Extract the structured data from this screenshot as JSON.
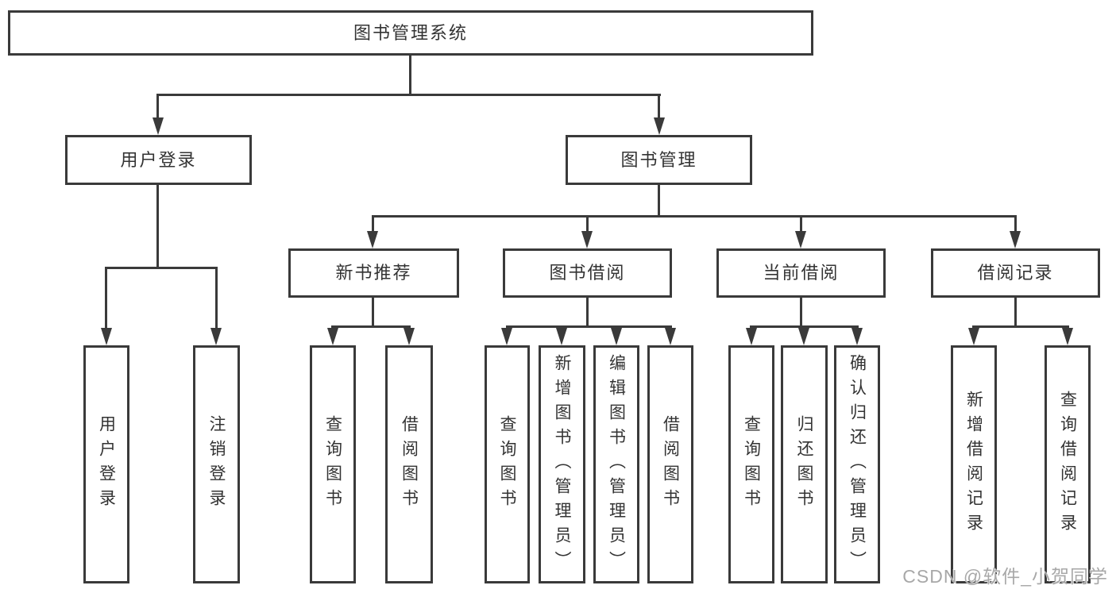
{
  "colors": {
    "line": "#3a3a3a",
    "text": "#333333",
    "watermark_text": "#a8a8a8",
    "background": "#ffffff"
  },
  "root": {
    "label": "图书管理系统"
  },
  "branches": [
    {
      "label": "用户登录",
      "children": [
        {
          "label": "用户登录"
        },
        {
          "label": "注销登录"
        }
      ]
    },
    {
      "label": "图书管理",
      "children": [
        {
          "label": "新书推荐",
          "children": [
            {
              "label": "查询图书"
            },
            {
              "label": "借阅图书"
            }
          ]
        },
        {
          "label": "图书借阅",
          "children": [
            {
              "label": "查询图书"
            },
            {
              "label": "新增图书（管理员）"
            },
            {
              "label": "编辑图书（管理员）"
            },
            {
              "label": "借阅图书"
            }
          ]
        },
        {
          "label": "当前借阅",
          "children": [
            {
              "label": "查询图书"
            },
            {
              "label": "归还图书"
            },
            {
              "label": "确认归还（管理员）"
            }
          ]
        },
        {
          "label": "借阅记录",
          "children": [
            {
              "label": "新增借阅记录"
            },
            {
              "label": "查询借阅记录"
            }
          ]
        }
      ]
    }
  ],
  "watermark": {
    "text": "CSDN @软件_小贺同学"
  }
}
